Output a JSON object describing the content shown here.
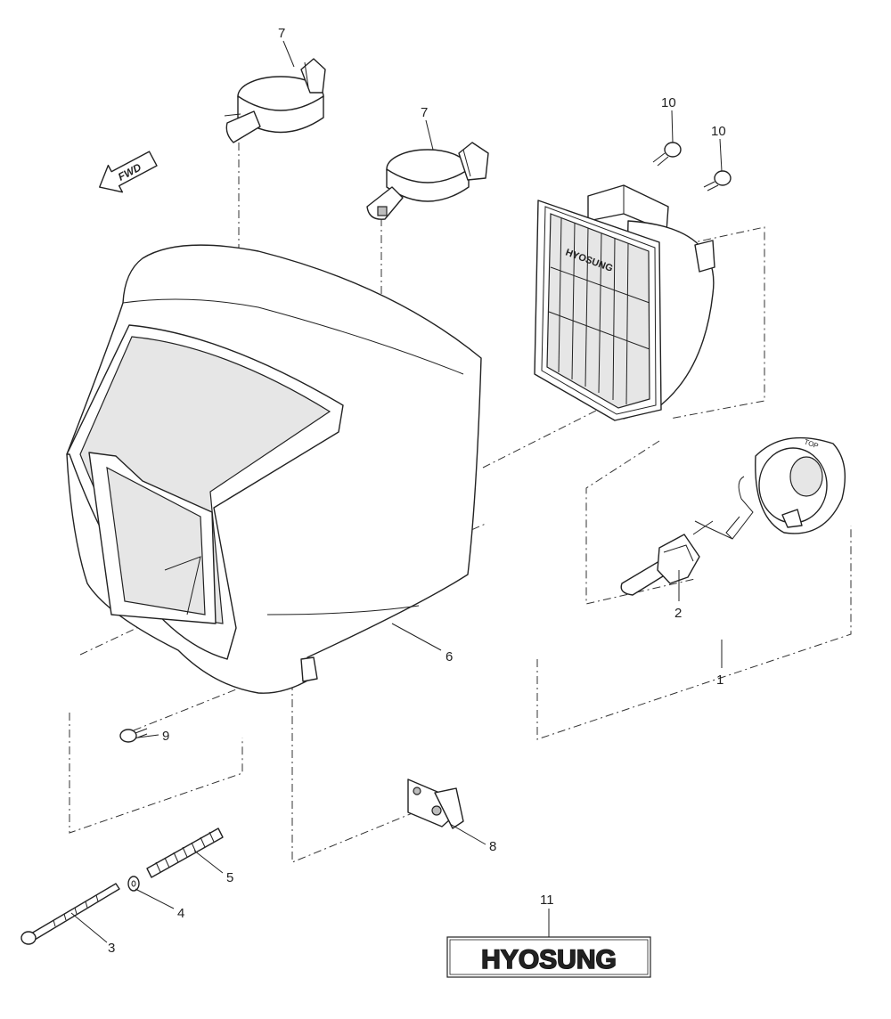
{
  "direction_label": "FWD",
  "brand_label": "HYOSUNG",
  "lens_text": "HYOSUNG",
  "callouts": {
    "c1": "1",
    "c2": "2",
    "c3": "3",
    "c4": "4",
    "c5": "5",
    "c6": "6",
    "c7a": "7",
    "c7b": "7",
    "c8": "8",
    "c9": "9",
    "c10a": "10",
    "c10b": "10",
    "c11": "11"
  },
  "parts": [
    {
      "callout": "1",
      "name": "headlight assembly"
    },
    {
      "callout": "2",
      "name": "bulb"
    },
    {
      "callout": "3",
      "name": "screw"
    },
    {
      "callout": "4",
      "name": "washer"
    },
    {
      "callout": "5",
      "name": "spring"
    },
    {
      "callout": "6",
      "name": "headlight cowl"
    },
    {
      "callout": "7",
      "name": "clamp"
    },
    {
      "callout": "8",
      "name": "bracket"
    },
    {
      "callout": "9",
      "name": "screw"
    },
    {
      "callout": "10",
      "name": "screw"
    },
    {
      "callout": "11",
      "name": "emblem"
    }
  ]
}
